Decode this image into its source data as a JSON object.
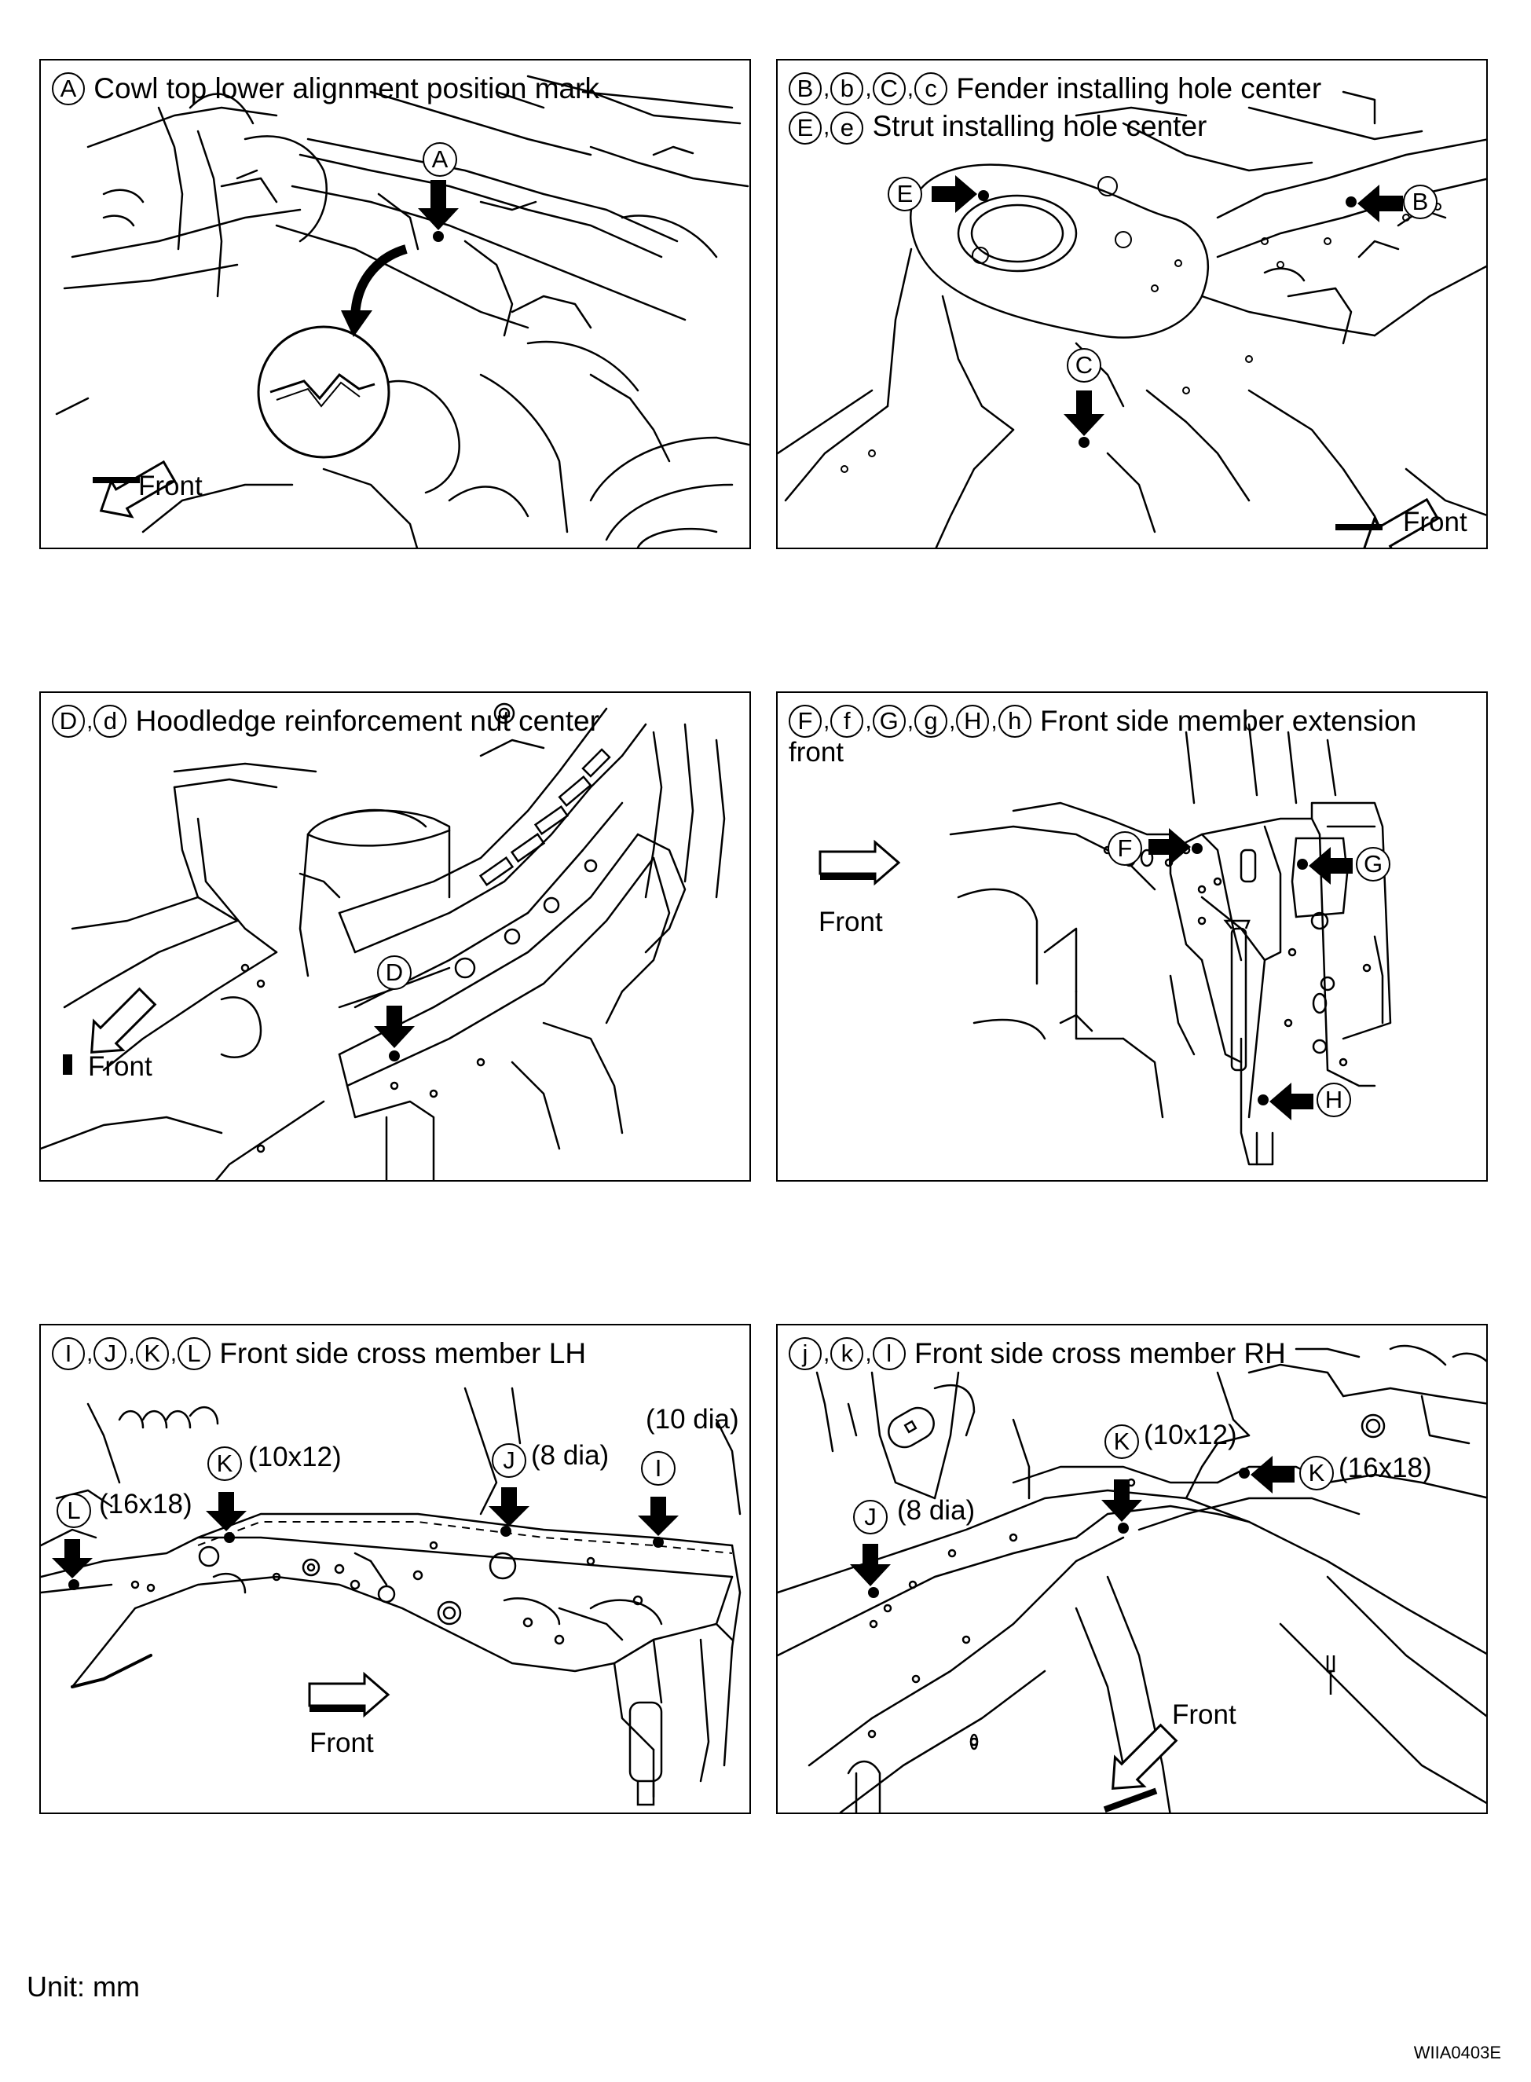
{
  "panels": {
    "a": {
      "title_tokens": [
        "A"
      ],
      "title_text": "Cowl top lower alignment position mark",
      "callouts": [
        "A"
      ],
      "front": "Front"
    },
    "b": {
      "title_tokens": [
        "B",
        "b",
        "C",
        "c"
      ],
      "title_text": "Fender installing hole center",
      "title2_tokens": [
        "E",
        "e"
      ],
      "title2_text": "Strut installing hole center",
      "callouts": [
        "E",
        "B",
        "C"
      ],
      "front": "Front"
    },
    "d": {
      "title_tokens": [
        "D",
        "d"
      ],
      "title_text": "Hoodledge reinforcement nut center",
      "callouts": [
        "D"
      ],
      "front": "Front"
    },
    "f": {
      "title_tokens": [
        "F",
        "f",
        "G",
        "g",
        "H",
        "h"
      ],
      "title_text": "Front side member extension",
      "title_cont": "front",
      "callouts": [
        "F",
        "G",
        "H"
      ],
      "front": "Front"
    },
    "i": {
      "title_tokens": [
        "I",
        "J",
        "K",
        "L"
      ],
      "title_text": "Front side cross member LH",
      "callouts": [
        "L",
        "K",
        "J",
        "I"
      ],
      "dims": {
        "L": "(16x18)",
        "K": "(10x12)",
        "J": "(8 dia)",
        "I": "(10 dia)"
      },
      "front": "Front"
    },
    "j": {
      "title_tokens": [
        "j",
        "k",
        "l"
      ],
      "title_text": "Front side cross member RH",
      "callouts": [
        "J",
        "K",
        "K"
      ],
      "dims": {
        "J": "(8 dia)",
        "K1": "(10x12)",
        "K2": "(16x18)"
      },
      "front": "Front"
    }
  },
  "footer": {
    "unit": "Unit: mm",
    "id": "WIIA0403E"
  }
}
